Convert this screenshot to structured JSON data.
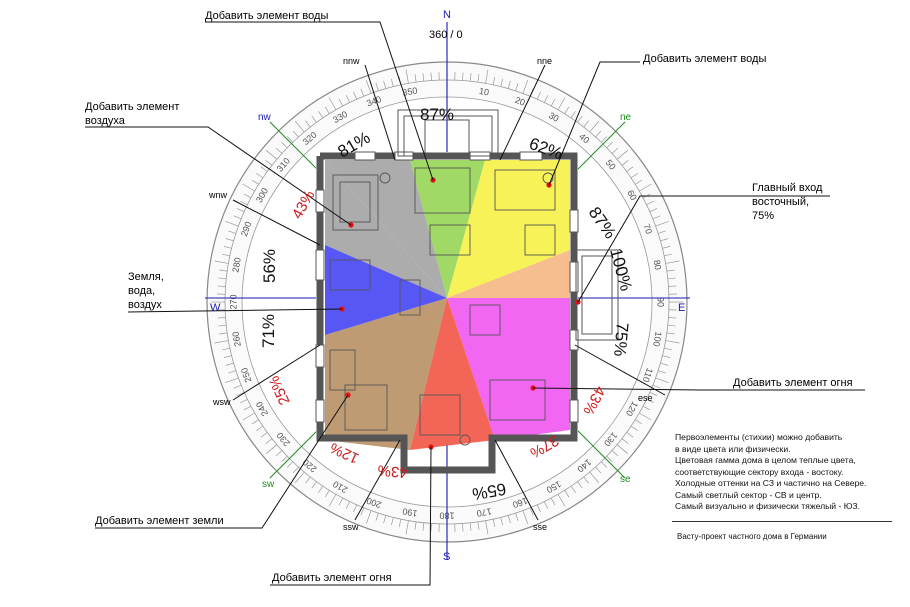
{
  "compass": {
    "north_heading": "360 / 0",
    "main_directions": [
      "N",
      "E",
      "S",
      "W"
    ],
    "intercardinal": [
      "ne",
      "se",
      "sw",
      "nw"
    ],
    "sub_directions": [
      "nne",
      "ese",
      "sse",
      "ssw",
      "wsw",
      "wnw",
      "nnw"
    ],
    "degree_labels": [
      "10",
      "20",
      "30",
      "40",
      "50",
      "60",
      "70",
      "80",
      "90",
      "100",
      "110",
      "120",
      "130",
      "140",
      "150",
      "160",
      "170",
      "180",
      "190",
      "200",
      "210",
      "220",
      "230",
      "240",
      "250",
      "260",
      "270",
      "280",
      "290",
      "300",
      "310",
      "320",
      "330",
      "340",
      "350"
    ]
  },
  "sector_percentages": [
    {
      "label": "62%",
      "style": "black"
    },
    {
      "label": "87%",
      "style": "black"
    },
    {
      "label": "100%",
      "style": "black"
    },
    {
      "label": "75%",
      "style": "black"
    },
    {
      "label": "43%",
      "style": "red"
    },
    {
      "label": "37%",
      "style": "red"
    },
    {
      "label": "65%",
      "style": "black"
    },
    {
      "label": "43%",
      "style": "red"
    },
    {
      "label": "12%",
      "style": "red"
    },
    {
      "label": "25%",
      "style": "red"
    },
    {
      "label": "71%",
      "style": "black"
    },
    {
      "label": "56%",
      "style": "black"
    },
    {
      "label": "43%",
      "style": "red"
    },
    {
      "label": "81%",
      "style": "black"
    },
    {
      "label": "87%",
      "style": "black"
    }
  ],
  "callouts": {
    "water_top": "Добавить элемент воды",
    "water_right": "Добавить элемент воды",
    "air_line1": "Добавить элемент",
    "air_line2": "воздуха",
    "entrance_line1": "Главный вход",
    "entrance_line2": "восточный,",
    "entrance_line3": "75%",
    "earth_water_air_1": "Земля,",
    "earth_water_air_2": "вода,",
    "earth_water_air_3": "воздух",
    "fire_right": "Добавить элемент огня",
    "earth_bottom": "Добавить элемент земли",
    "fire_bottom": "Добавить элемент огня"
  },
  "notes": {
    "lines": [
      "Первоэлементы (стихии) можно добавить",
      "в виде цвета или физически.",
      "Цветовая гамма дома в целом теплые цвета,",
      "соответствующие сектору входа - востоку.",
      "Холодные оттенки на СЗ и частично на Севере.",
      "Самый светлый сектор - СВ и центр.",
      "Самый визуально и физически тяжелый - ЮЗ."
    ],
    "caption": "Васту-проект частного дома в Германии"
  },
  "colors": {
    "sector_gray": "#9e9e9e",
    "sector_green": "#8fd24a",
    "sector_yellow": "#f4f03a",
    "sector_orange": "#f4b27a",
    "sector_magenta": "#f04cf0",
    "sector_red": "#f04a3a",
    "sector_brown": "#b48a5c",
    "sector_blue": "#3a3af4",
    "axis_blue": "#1a1ab0",
    "diag_green": "#1e8a1e"
  }
}
